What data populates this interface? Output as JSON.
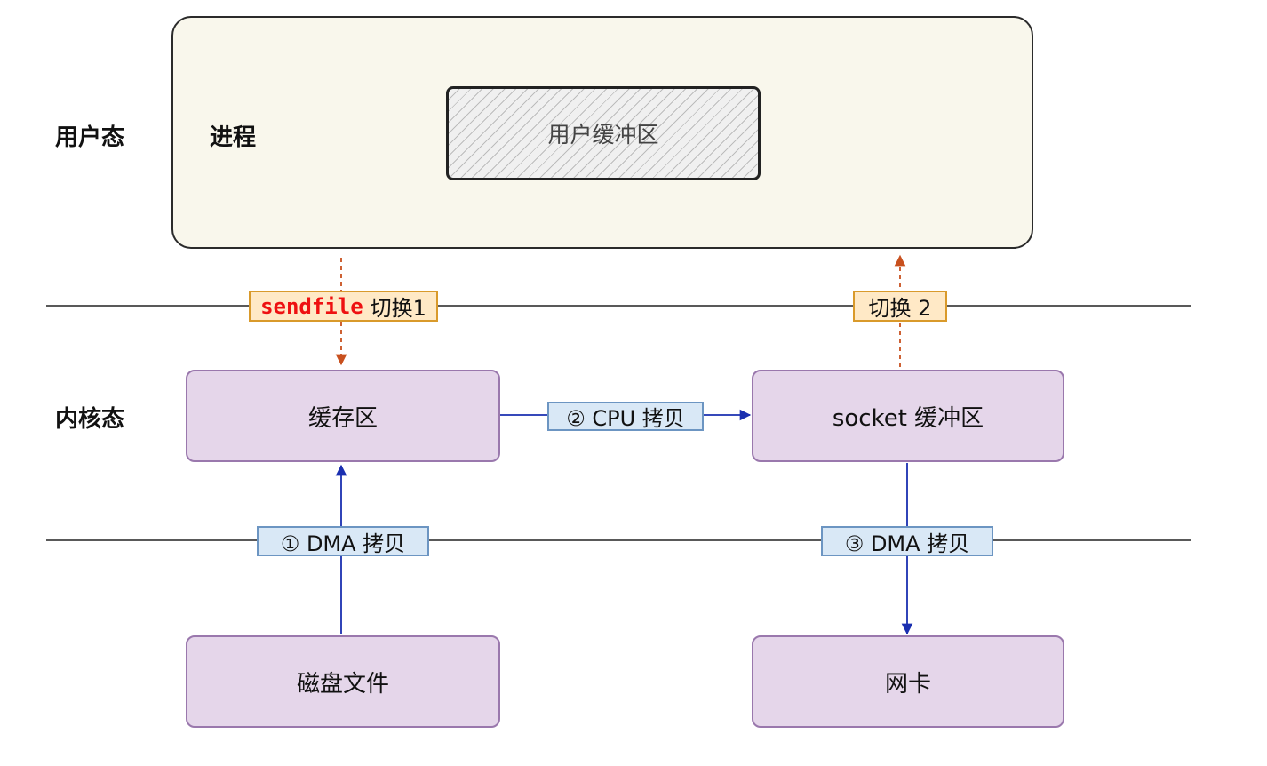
{
  "labels": {
    "user_mode": "用户态",
    "kernel_mode": "内核态",
    "process": "进程"
  },
  "boxes": {
    "user_buffer": "用户缓冲区",
    "cache": "缓存区",
    "socket_buffer": "socket 缓冲区",
    "disk_file": "磁盘文件",
    "nic": "网卡"
  },
  "tags": {
    "sendfile_keyword": "sendfile",
    "switch1": "切换1",
    "switch2": "切换 2",
    "cpu_copy": "② CPU 拷贝",
    "dma_copy_1": "① DMA 拷贝",
    "dma_copy_3": "③ DMA 拷贝"
  },
  "colors": {
    "user_box_fill": "#f9f7ec",
    "kernel_box_fill": "#e5d6ea",
    "kernel_box_border": "#9a78ad",
    "switch_arrow": "#c8501e",
    "copy_arrow": "#1a2fb0",
    "sendfile_text": "#ee1111"
  }
}
